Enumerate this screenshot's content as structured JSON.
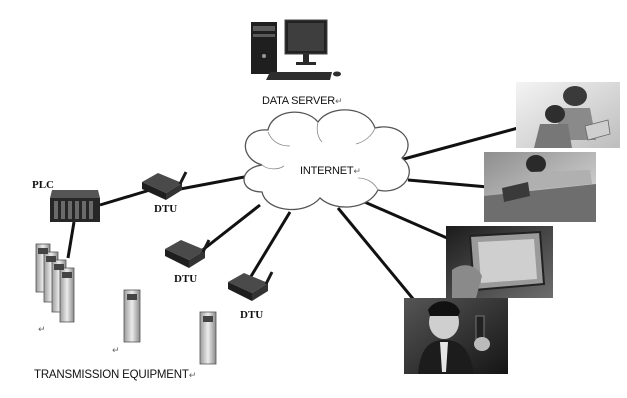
{
  "labels": {
    "data_server": "DATA SERVER",
    "internet": "INTERNET",
    "plc": "PLC",
    "dtu_1": "DTU",
    "dtu_2": "DTU",
    "dtu_3": "DTU",
    "transmission_equipment": "TRANSMISSION EQUIPMENT"
  },
  "return_mark": "↵",
  "photos": [
    {
      "subject": "two people at a laptop"
    },
    {
      "subject": "woman lying with a laptop"
    },
    {
      "subject": "hands using a tablet"
    },
    {
      "subject": "man on a mobile phone"
    }
  ],
  "colors": {
    "line": "#111111",
    "cloud_fill": "#ffffff",
    "cloud_stroke": "#555555",
    "device": "#2a2a2a"
  }
}
